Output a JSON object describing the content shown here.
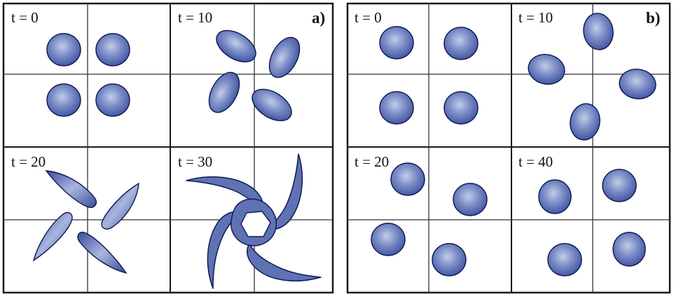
{
  "figure": {
    "panels": [
      {
        "id": "a",
        "label": "a)",
        "accent_fill": "#3f56a8",
        "stroke": "#101a55",
        "frames": [
          {
            "time_label": "t = 0",
            "state": "four round cells"
          },
          {
            "time_label": "t = 10",
            "state": "four elongated cells rotating"
          },
          {
            "time_label": "t = 20",
            "state": "four curved arms"
          },
          {
            "time_label": "t = 30",
            "state": "spiral vortex"
          }
        ]
      },
      {
        "id": "b",
        "label": "b)",
        "accent_fill": "#3f56a8",
        "stroke": "#101a55",
        "frames": [
          {
            "time_label": "t = 0",
            "state": "four round cells"
          },
          {
            "time_label": "t = 10",
            "state": "four slightly elongated cells"
          },
          {
            "time_label": "t = 20",
            "state": "four round cells"
          },
          {
            "time_label": "t = 40",
            "state": "four round cells"
          }
        ]
      }
    ]
  }
}
